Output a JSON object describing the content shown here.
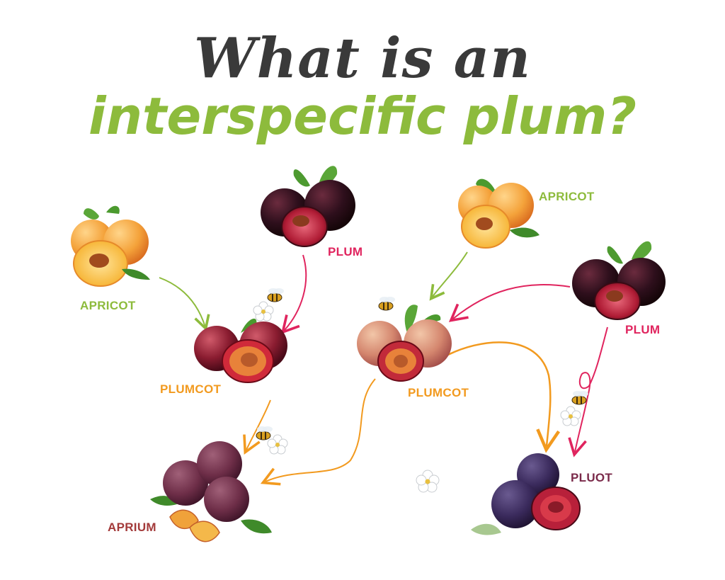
{
  "title": {
    "line1": "What is an",
    "line2": "interspecific plum?"
  },
  "colors": {
    "title_dark": "#3a3a3a",
    "title_green": "#8dbb3c",
    "apricot_label": "#8dbb3c",
    "plum_label": "#e0245e",
    "plumcot_label": "#f29a1f",
    "aprium_label": "#a33a3a",
    "pluot_label": "#7a2a4a"
  },
  "labels": {
    "apricot_left": "APRICOT",
    "plum_top": "PLUM",
    "apricot_right": "APRICOT",
    "plum_right": "PLUM",
    "plumcot_left": "PLUMCOT",
    "plumcot_center": "PLUMCOT",
    "aprium": "APRIUM",
    "pluot": "PLUOT"
  }
}
